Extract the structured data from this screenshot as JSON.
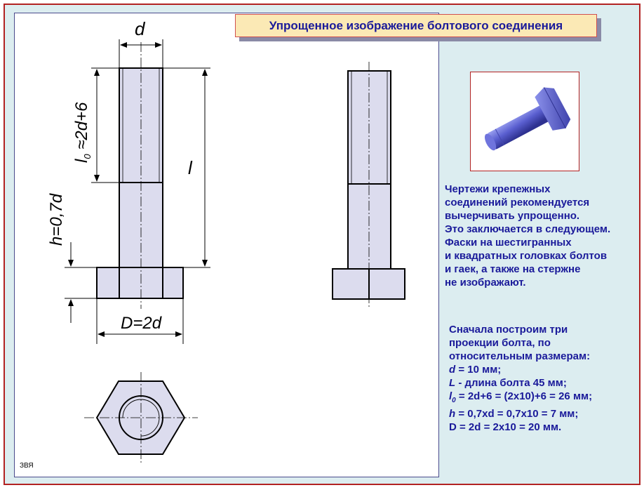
{
  "title": "Упрощенное изображение болтового соединения",
  "dims": {
    "d": "d",
    "l0": "l",
    "l0_sub": "0",
    "l0_rest": " ≈2d+6",
    "l": "l",
    "h": "h=0,7d",
    "D": "D=2d"
  },
  "text1": {
    "lines": [
      "   Чертежи крепежных",
      "соединений рекомендуется",
      "вычерчивать упрощенно.",
      "Это заключается в следующем.",
      "Фаски на шестигранных",
      "и квадратных головках болтов",
      "и гаек, а также на стержне",
      "не изображают."
    ]
  },
  "text2": {
    "line1": "Сначала построим три",
    "line2": "проекции болта, по",
    "line3": "относительным размерам:",
    "d_var": "d",
    "d_rest": " = 10 мм;",
    "L_var": "L",
    "L_rest": " - длина болта 45 мм;",
    "l0_var": "l",
    "l0_sub": "0",
    "l0_rest": " = 2d+6 = (2х10)+6 = 26 мм;",
    "h_var": "h",
    "h_rest": " = 0,7хd = 0,7х10 = 7 мм;",
    "D_line": "D = 2d = 2х10 = 20 мм."
  },
  "signature": "ЗВЯ",
  "colors": {
    "fill": "#dcdcee",
    "frame": "#b22222",
    "text": "#1a1a9a",
    "panel": "#dcedf0",
    "title_bg": "#fbe9b5"
  }
}
